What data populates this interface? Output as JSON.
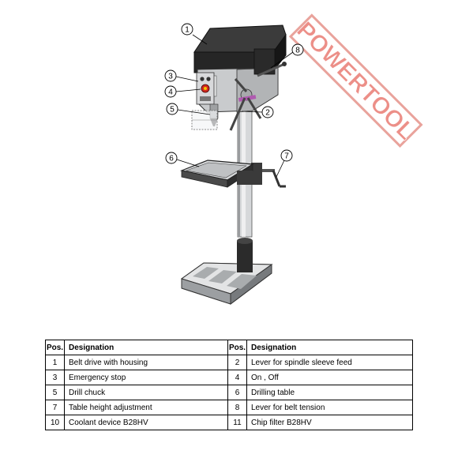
{
  "watermark": {
    "text": "POWERTOOL",
    "color": "#e56a60"
  },
  "callouts": [
    "1",
    "3",
    "4",
    "5",
    "6",
    "8",
    "2",
    "7"
  ],
  "table": {
    "headers": [
      "Pos.",
      "Designation",
      "Pos.",
      "Designation"
    ],
    "rows": [
      [
        {
          "pos": "1",
          "designation": "Belt drive with housing"
        },
        {
          "pos": "2",
          "designation": "Lever for spindle sleeve feed"
        }
      ],
      [
        {
          "pos": "3",
          "designation": "Emergency stop"
        },
        {
          "pos": "4",
          "designation": "On , Off"
        }
      ],
      [
        {
          "pos": "5",
          "designation": "Drill chuck"
        },
        {
          "pos": "6",
          "designation": "Drilling table"
        }
      ],
      [
        {
          "pos": "7",
          "designation": "Table height adjustment"
        },
        {
          "pos": "8",
          "designation": "Lever for belt tension"
        }
      ],
      [
        {
          "pos": "10",
          "designation": "Coolant device B28HV"
        },
        {
          "pos": "11",
          "designation": "Chip filter B28HV"
        }
      ]
    ]
  }
}
